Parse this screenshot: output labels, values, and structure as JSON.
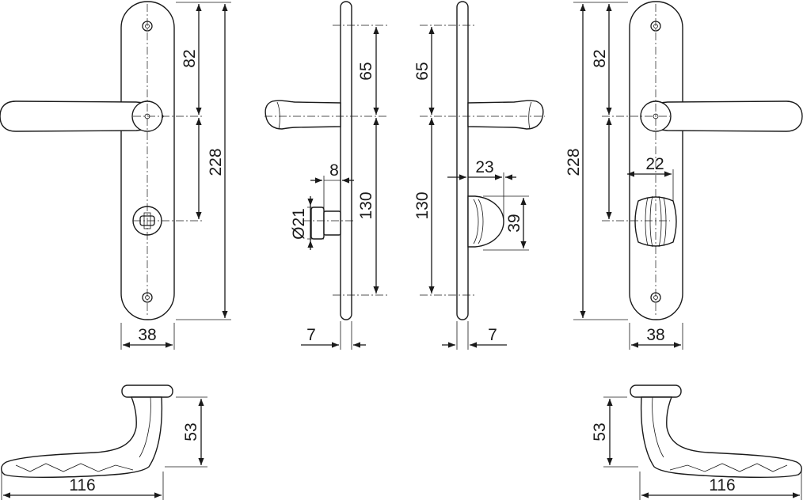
{
  "dimensions": {
    "front_left": {
      "upper_spacing": "82",
      "plate_height": "228",
      "plate_width": "38"
    },
    "side_left": {
      "upper_spacing": "65",
      "lower_spacing": "130",
      "thumbturn_diameter": "Ø21",
      "thumbturn_offset": "8",
      "plate_thickness": "7"
    },
    "side_right": {
      "upper_spacing": "65",
      "lower_spacing": "130",
      "release_width": "23",
      "release_height": "39",
      "plate_thickness": "7"
    },
    "front_right": {
      "upper_spacing": "82",
      "plate_height": "228",
      "release_offset": "22",
      "plate_width": "38"
    },
    "lever_left": {
      "height": "53",
      "length": "116"
    },
    "lever_right": {
      "height": "53",
      "length": "116"
    }
  }
}
